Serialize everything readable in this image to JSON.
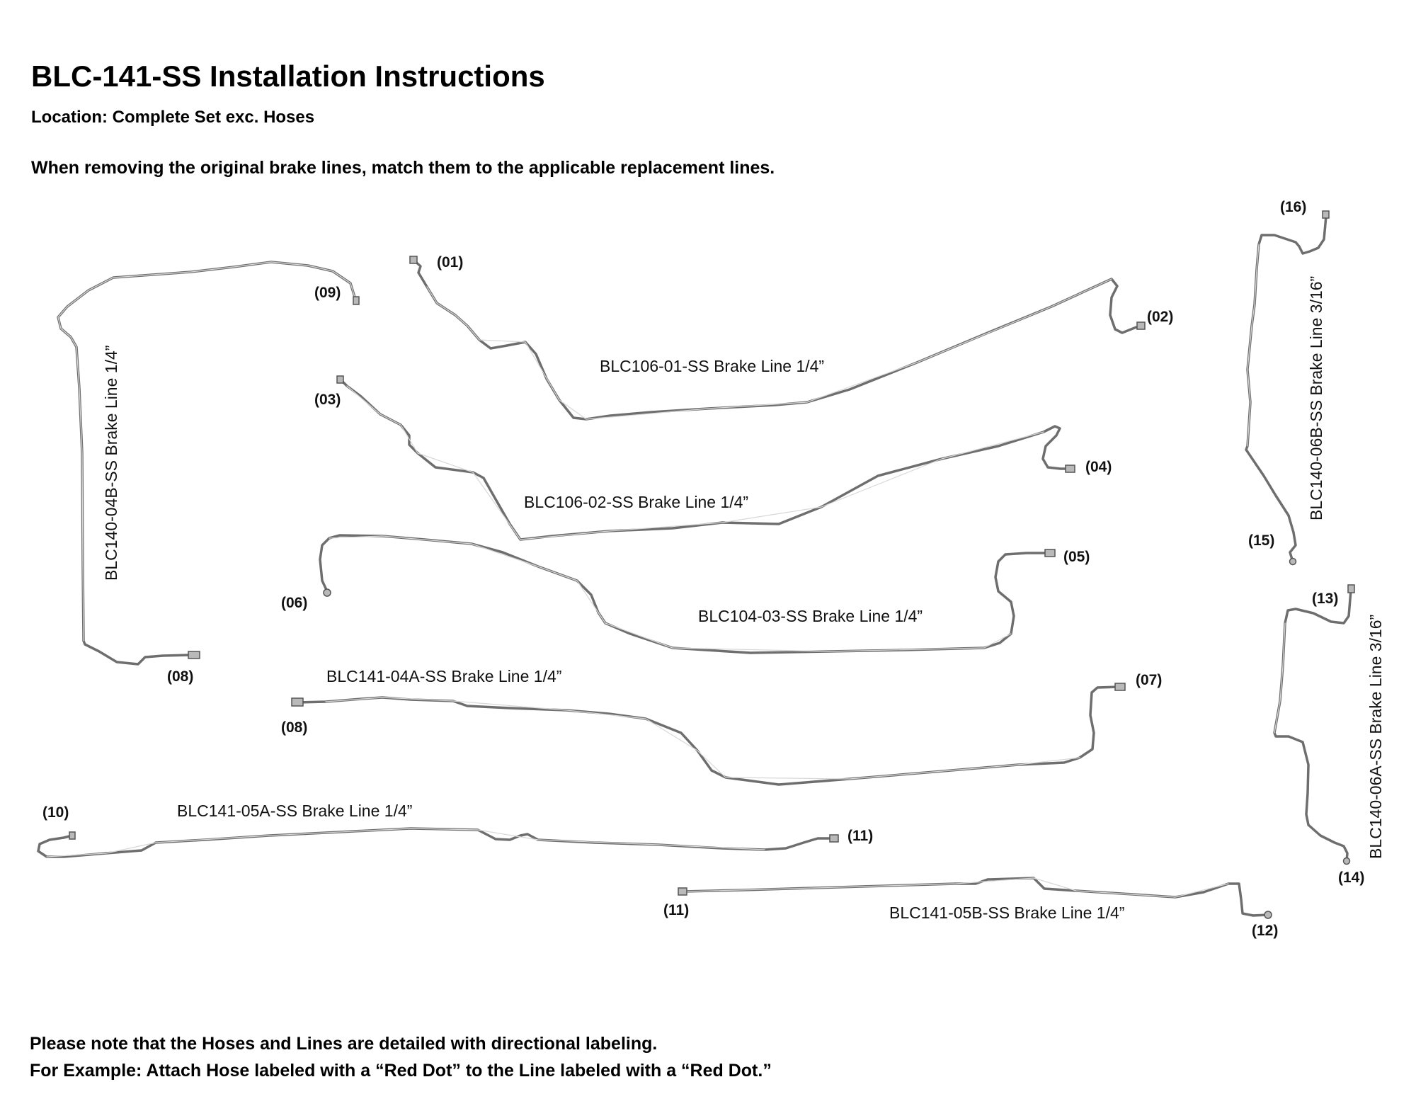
{
  "header": {
    "title": "BLC-141-SS Installation Instructions",
    "location": "Location: Complete Set exc. Hoses",
    "instruction": "When removing the original brake lines, match them to the applicable replacement lines."
  },
  "lines": {
    "blc106_01": {
      "label": "BLC106-01-SS Brake Line 1/4”",
      "end_a": "(01)",
      "end_b": "(02)"
    },
    "blc106_02": {
      "label": "BLC106-02-SS Brake Line 1/4”",
      "end_a": "(03)",
      "end_b": "(04)"
    },
    "blc104_03": {
      "label": "BLC104-03-SS Brake Line 1/4”",
      "end_a": "(06)",
      "end_b": "(05)"
    },
    "blc141_04a": {
      "label": "BLC141-04A-SS Brake Line 1/4”",
      "end_a": "(08)",
      "end_b": "(07)"
    },
    "blc141_05a": {
      "label": "BLC141-05A-SS Brake Line 1/4”",
      "end_a": "(10)",
      "end_b": "(11)"
    },
    "blc141_05b": {
      "label": "BLC141-05B-SS Brake Line 1/4”",
      "end_a": "(11)",
      "end_b": "(12)"
    },
    "blc140_04b": {
      "label": "BLC140-04B-SS Brake Line 1/4”",
      "end_a": "(09)",
      "end_b": "(08)"
    },
    "blc140_06b": {
      "label": "BLC140-06B-SS Brake Line 3/16”",
      "end_a": "(16)",
      "end_b": "(15)"
    },
    "blc140_06a": {
      "label": "BLC140-06A-SS Brake Line 3/16”",
      "end_a": "(13)",
      "end_b": "(14)"
    }
  },
  "footer": {
    "note1": "Please note that the Hoses and Lines are detailed with directional labeling.",
    "note2": "For Example: Attach Hose labeled with a “Red Dot” to the Line labeled with a “Red Dot.”"
  }
}
